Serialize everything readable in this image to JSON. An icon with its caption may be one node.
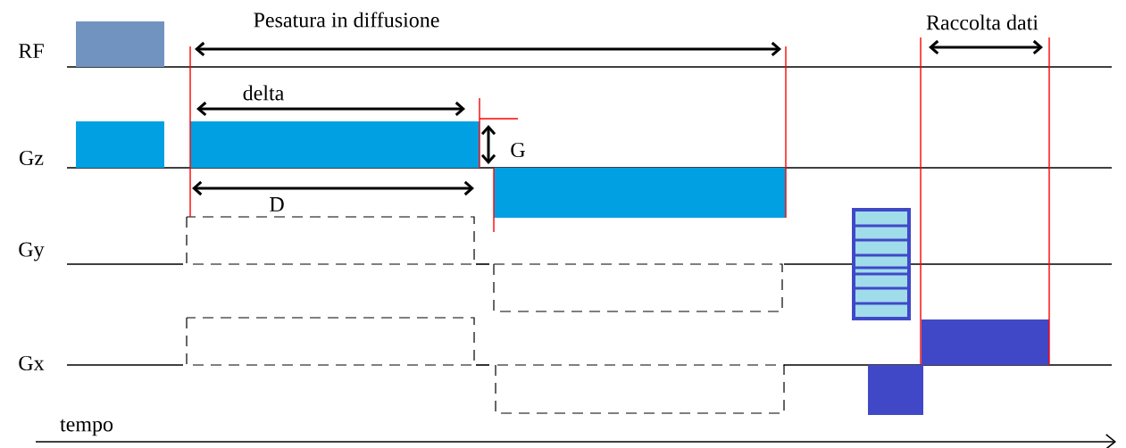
{
  "diagram": {
    "labels": [
      "Pesatura in diffusione",
      "Raccolta dati",
      "RF",
      "delta",
      "G",
      "Gz",
      "D",
      "Gy",
      "Gx",
      "tempo"
    ]
  }
}
